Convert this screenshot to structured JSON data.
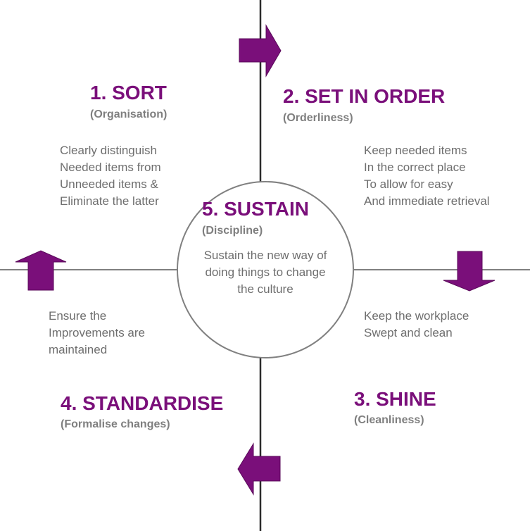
{
  "colors": {
    "accent": "#7a0f7a",
    "line": "#808080",
    "axis": "#2b2b2b",
    "subtitle": "#7f7f7f",
    "body_text": "#6e6e6e"
  },
  "arrows": {
    "top": "right-arrow-icon",
    "right": "down-arrow-icon",
    "bottom": "left-arrow-icon",
    "left": "up-arrow-icon"
  },
  "sort": {
    "title": "1. SORT",
    "subtitle": "(Organisation)",
    "lines": [
      "Clearly distinguish",
      "Needed items from",
      "Unneeded items &",
      "Eliminate the latter"
    ]
  },
  "set_in_order": {
    "title": "2. SET IN ORDER",
    "subtitle": "(Orderliness)",
    "lines": [
      "Keep needed items",
      "In the correct place",
      "To allow for easy",
      "And immediate retrieval"
    ]
  },
  "shine": {
    "title": "3. SHINE",
    "subtitle": "(Cleanliness)",
    "lines": [
      "Keep the workplace",
      "Swept and clean"
    ]
  },
  "standardise": {
    "title": "4. STANDARDISE",
    "subtitle": "(Formalise changes)",
    "lines": [
      "Ensure the",
      "Improvements are",
      "maintained"
    ]
  },
  "sustain": {
    "title": "5. SUSTAIN",
    "subtitle": "(Discipline)",
    "lines": [
      "Sustain the new way of",
      "doing things to change",
      "the culture"
    ]
  }
}
